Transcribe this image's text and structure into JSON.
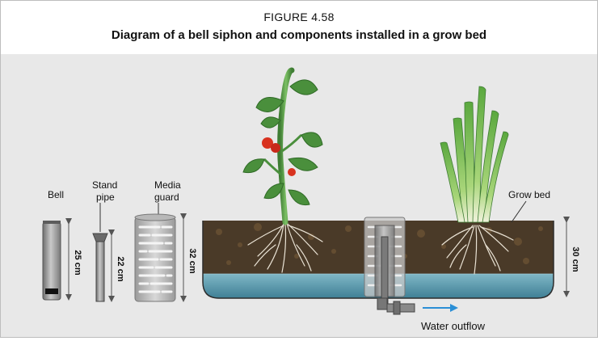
{
  "figure": {
    "number": "FIGURE 4.58",
    "title": "Diagram of a bell siphon and components installed in a grow bed"
  },
  "components": {
    "bell": {
      "label": "Bell",
      "dimension": "25 cm"
    },
    "stand_pipe": {
      "label_line1": "Stand",
      "label_line2": "pipe",
      "dimension": "22 cm"
    },
    "media_guard": {
      "label_line1": "Media",
      "label_line2": "guard",
      "dimension": "32 cm"
    }
  },
  "grow_bed": {
    "label": "Grow bed",
    "dimension": "30 cm"
  },
  "outflow": {
    "label": "Water outflow"
  },
  "colors": {
    "panel": "#e8e8e8",
    "soil": "#4a3a28",
    "water": "#5f9fb3",
    "pipe": "#8a8a8a",
    "arrow": "#2b8fd6",
    "leaf": "#4a8f3c",
    "tomato": "#d8321f"
  }
}
